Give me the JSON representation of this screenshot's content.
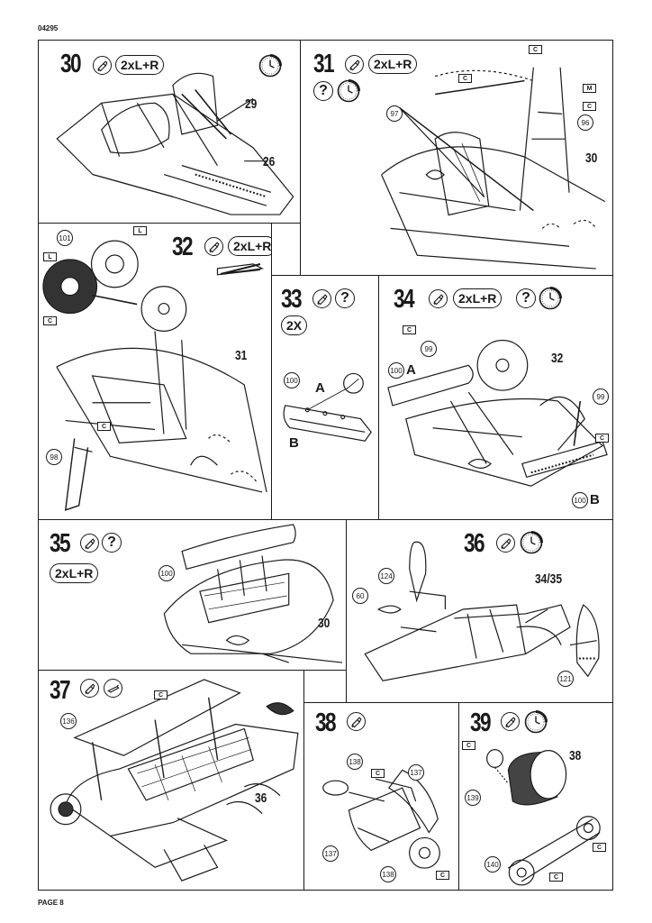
{
  "header": {
    "code": "04295"
  },
  "footer": {
    "page": "PAGE 8"
  },
  "steps": {
    "s30": {
      "number": "30",
      "qty": "2xL+R",
      "parts": [
        "29",
        "26"
      ]
    },
    "s31": {
      "number": "31",
      "qty": "2xL+R",
      "question": "?",
      "parts": [
        "97",
        "96",
        "30"
      ],
      "flags": [
        "C",
        "C",
        "M",
        "C"
      ]
    },
    "s32": {
      "number": "32",
      "qty": "2xL+R",
      "parts": [
        "101",
        "31",
        "98"
      ],
      "flags": [
        "L",
        "L",
        "C",
        "C"
      ]
    },
    "s33": {
      "number": "33",
      "question": "?",
      "qty": "2X",
      "parts": [
        "100"
      ],
      "letters": [
        "A",
        "B"
      ]
    },
    "s34": {
      "number": "34",
      "qty": "2xL+R",
      "question": "?",
      "parts": [
        "99",
        "100",
        "32",
        "99",
        "100"
      ],
      "letters": [
        "A",
        "B"
      ],
      "flags": [
        "C",
        "C"
      ]
    },
    "s35": {
      "number": "35",
      "question": "?",
      "qty": "2xL+R",
      "parts": [
        "100",
        "30"
      ]
    },
    "s36": {
      "number": "36",
      "parts": [
        "124",
        "34/35",
        "60",
        "121"
      ]
    },
    "s37": {
      "number": "37",
      "parts": [
        "136",
        "36"
      ],
      "flags": [
        "C"
      ]
    },
    "s38": {
      "number": "38",
      "parts": [
        "138",
        "137",
        "137",
        "138"
      ],
      "flags": [
        "C",
        "C"
      ]
    },
    "s39": {
      "number": "39",
      "parts": [
        "38",
        "139",
        "140"
      ],
      "flags": [
        "C",
        "C",
        "C"
      ]
    }
  },
  "icons": {
    "glue": "glue-icon",
    "paint": "paint-icon",
    "clock": "drying-clock-icon",
    "tweezers": "tweezers-icon",
    "decal": "decal-icon",
    "knife": "knife-icon"
  }
}
